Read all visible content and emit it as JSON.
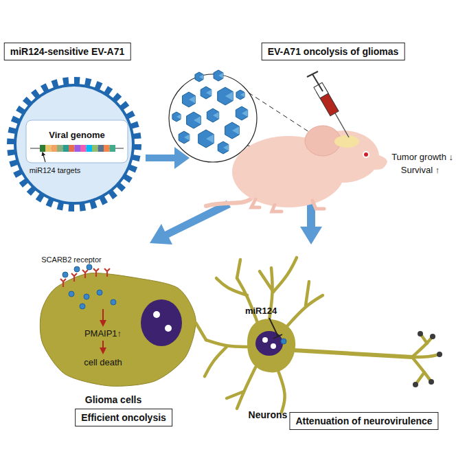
{
  "diagram": {
    "nodes": [
      {
        "text": [
          "miR124-sensitive EV-A71"
        ]
      },
      {
        "text": [
          "EV-A71 oncolysis of gliomas"
        ]
      },
      {
        "text": [
          "Efficient oncolysis"
        ]
      },
      {
        "text": [
          "Attenuation of neurovirulence"
        ]
      }
    ],
    "labels": [
      "Viral genome",
      "miR124 targets",
      "Tumor growth ↓",
      "Survival ↑",
      "SCARB2 receptor",
      "PMAIP1↑",
      "cell death",
      "Glioma cells",
      "Neurons",
      "miR124"
    ]
  }
}
